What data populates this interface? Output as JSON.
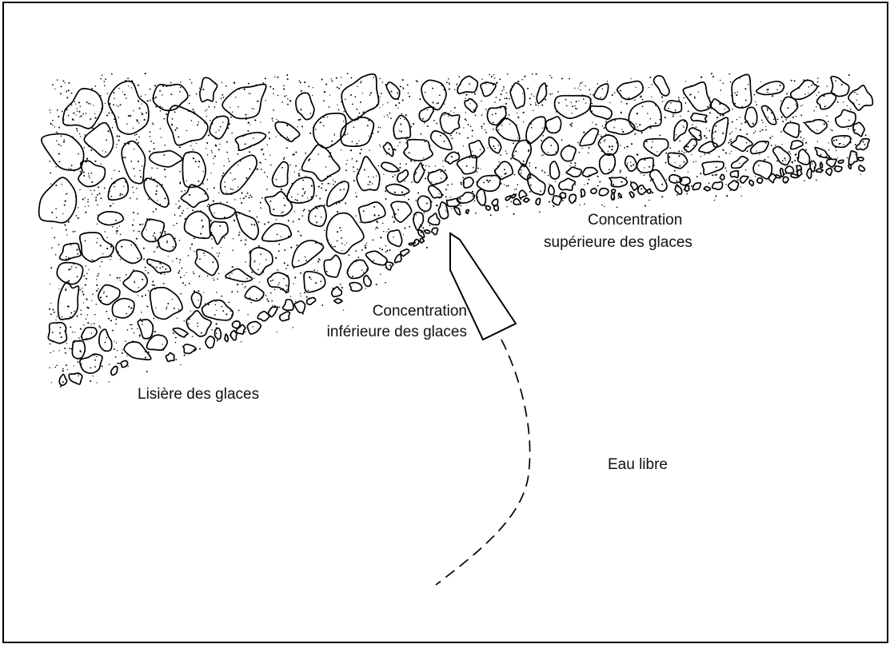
{
  "labels": {
    "upper": [
      "Concentration",
      "supérieure des glaces"
    ],
    "lower": [
      "Concentration",
      "inférieure des glaces"
    ],
    "edge": "Lisière des glaces",
    "open_water": "Eau libre"
  },
  "colors": {
    "ink": "#000000",
    "paper": "#ffffff"
  }
}
